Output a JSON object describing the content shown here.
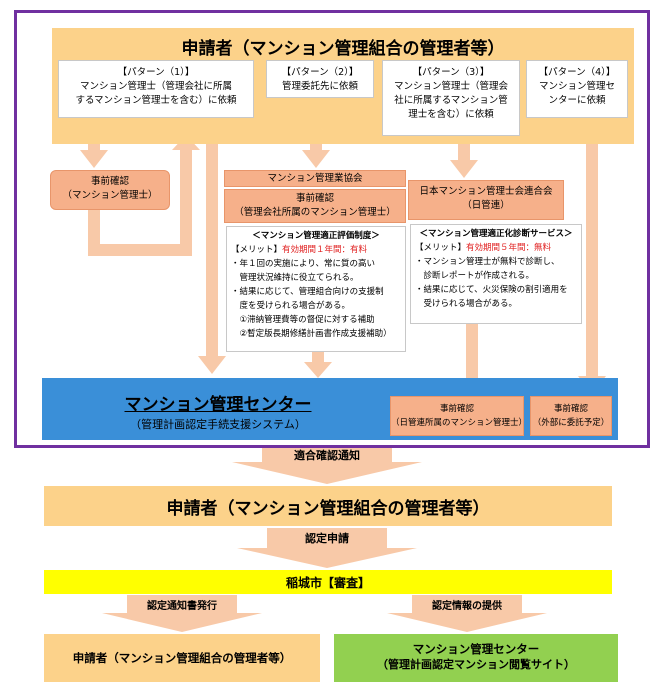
{
  "applicant": {
    "title": "申請者（マンション管理組合の管理者等）"
  },
  "patterns": [
    {
      "label": "【パターン（1）】",
      "lines": [
        "マンション管理士（管理会社に所属",
        "するマンション管理士を含む）に依頼"
      ]
    },
    {
      "label": "【パターン（2）】",
      "lines": [
        "管理委託先に依頼"
      ]
    },
    {
      "label": "【パターン（3）】",
      "lines": [
        "マンション管理士（管理会",
        "社に所属するマンション管",
        "理士を含む）に依頼"
      ]
    },
    {
      "label": "【パターン（4）】",
      "lines": [
        "マンション管理セ",
        "ンターに依頼"
      ]
    }
  ],
  "precheck1": {
    "title": "事前確認",
    "sub": "（マンション管理士）"
  },
  "assoc": {
    "name": "マンション管理業協会",
    "title": "事前確認",
    "sub": "（管理会社所属のマンション管理士）"
  },
  "renren": {
    "name": "日本マンション管理士会連合会",
    "sub": "（日管連）"
  },
  "eval_system": {
    "heading": "＜マンション管理適正評価制度＞",
    "merit_label": "【メリット】",
    "merit_value": "有効期間１年間：有料",
    "lines": [
      "・年１回の実施により、常に質の高い",
      "　管理状況維持に役立てられる。",
      "・結果に応じて、管理組合向けの支援制",
      "　度を受けられる場合がある。",
      "　①滞納管理費等の督促に対する補助",
      "　②暫定版長期修繕計画書作成支援補助）"
    ]
  },
  "diag_service": {
    "heading": "＜マンション管理適正化診断サービス＞",
    "merit_label": "【メリット】",
    "merit_value": "有効期間５年間：無料",
    "lines": [
      "・マンション管理士が無料で診断し、",
      "　診断レポートが作成される。",
      "・結果に応じて、火災保険の割引適用を",
      "　受けられる場合がある。"
    ]
  },
  "center": {
    "title": "マンション管理センター",
    "sub": "（管理計画認定手続支援システム）"
  },
  "precheck_nichikan": {
    "title": "事前確認",
    "sub": "（日管連所属のマンション管理士）"
  },
  "precheck_outside": {
    "title": "事前確認",
    "sub": "（外部に委託予定）"
  },
  "notice": "適合確認通知",
  "applicant2": {
    "title": "申請者（マンション管理組合の管理者等）"
  },
  "cert_apply": "認定申請",
  "city": "稲城市【審査】",
  "notify_issue": "認定通知書発行",
  "info_provide": "認定情報の提供",
  "applicant3": {
    "title": "申請者（マンション管理組合の管理者等）"
  },
  "center2": {
    "title": "マンション管理センター",
    "sub": "（管理計画認定マンション閲覧サイト）"
  },
  "colors": {
    "frame": "#7030a0",
    "orange": "#fcd28a",
    "salmon": "#f6b08a",
    "arrow": "#f8c9a8",
    "blue": "#3a8fd8",
    "yellow": "#ffff00",
    "green": "#92d050"
  }
}
